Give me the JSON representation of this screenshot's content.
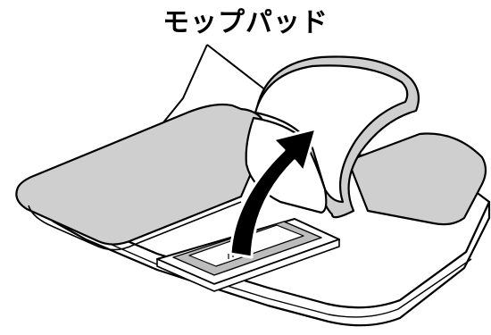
{
  "callout": {
    "label": "モップパッド"
  },
  "colors": {
    "outline": "#000000",
    "pad_fill": "#cfcfcf",
    "body_fill": "#ffffff",
    "slot_fill": "#bdbdbd",
    "arrow_fill": "#000000"
  },
  "icons": {
    "arrow": "lift-arrow",
    "figure": "mop-pad-attachment-illustration"
  }
}
